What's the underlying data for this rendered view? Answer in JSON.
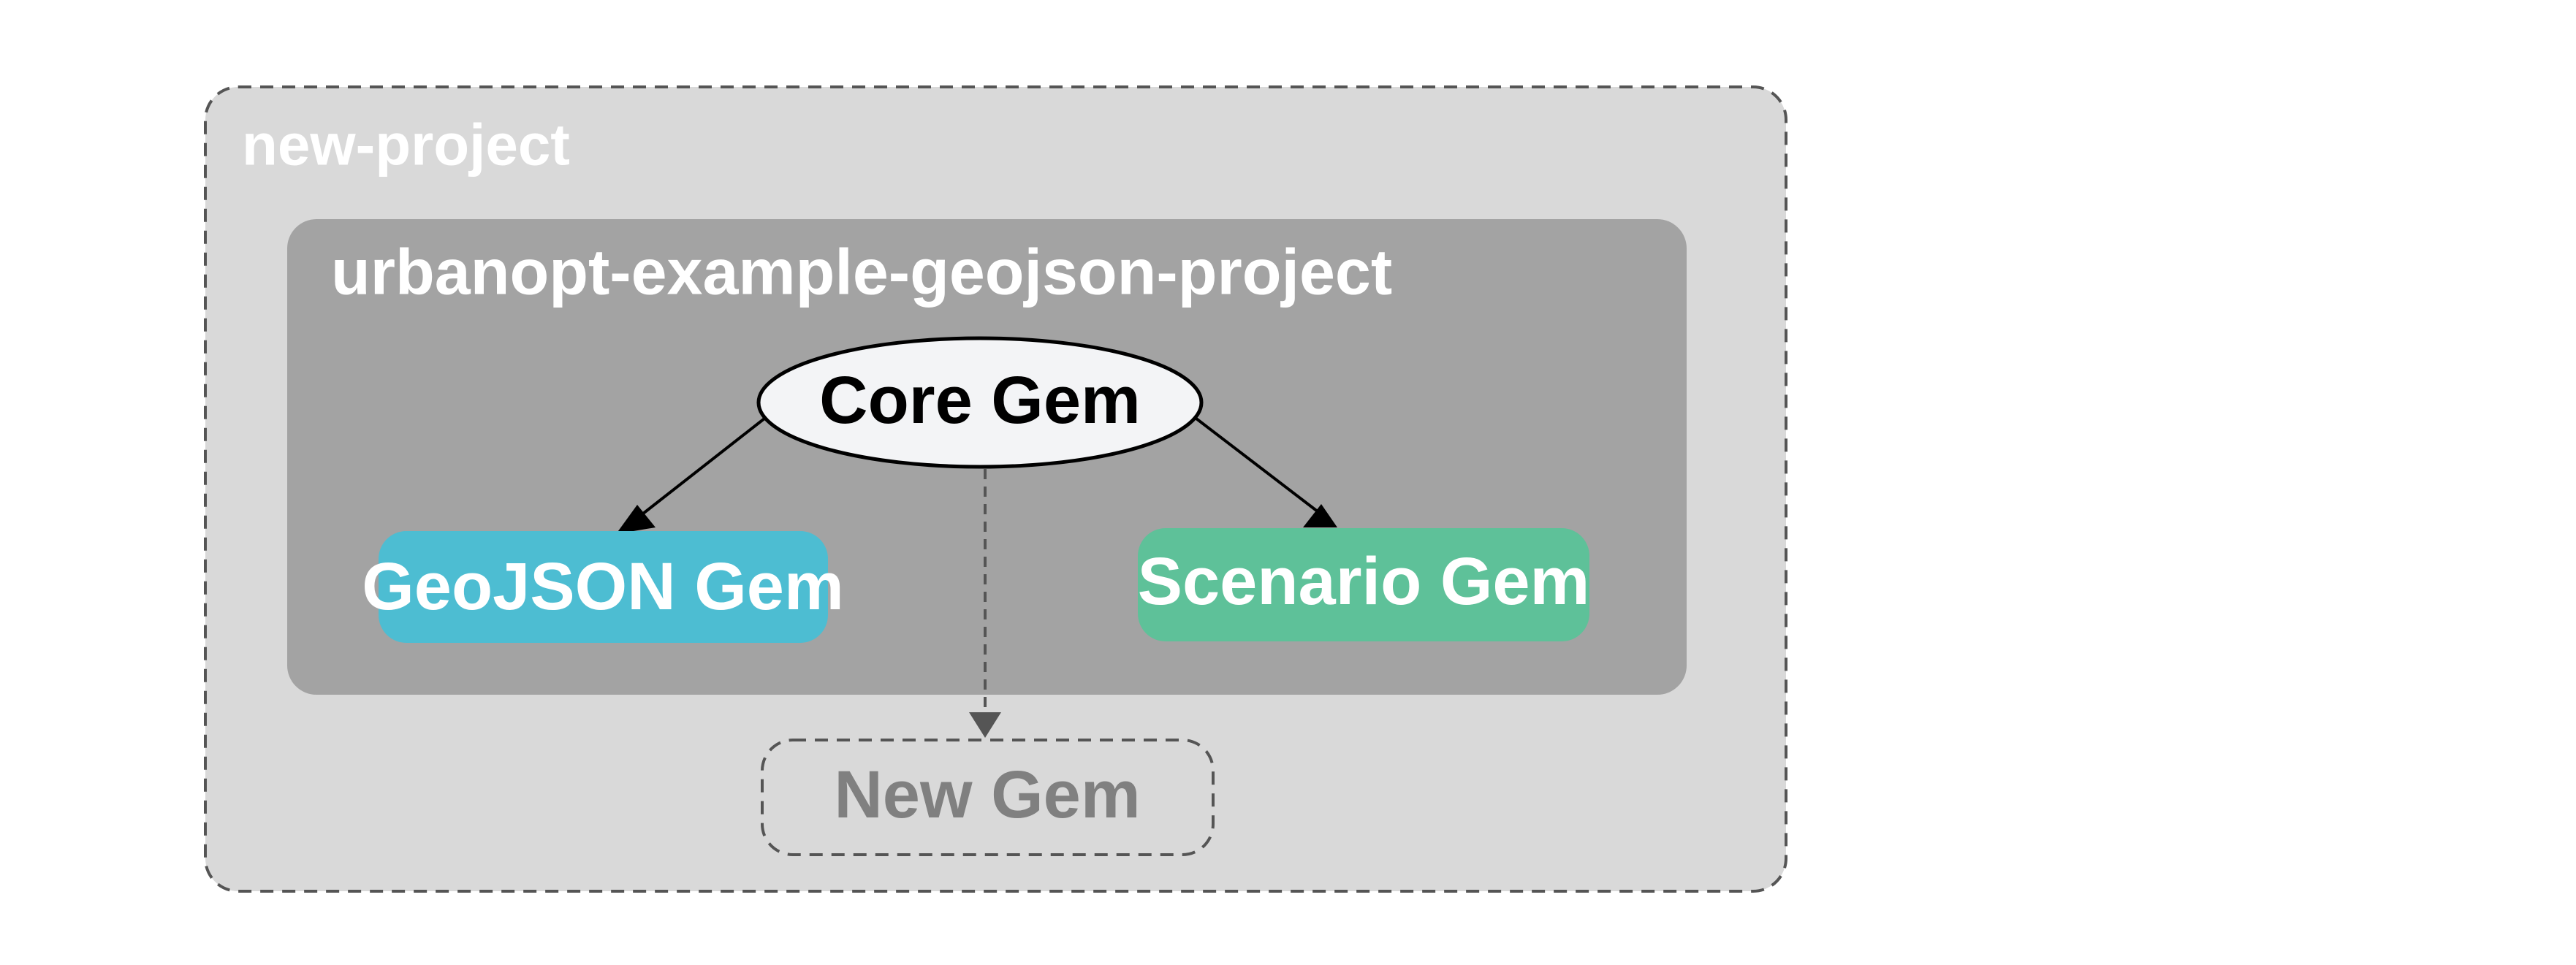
{
  "diagram": {
    "outer_group": {
      "label": "new-project",
      "fill": "#d9d9d9",
      "border": "#555555",
      "border_style": "dashed"
    },
    "inner_group": {
      "label": "urbanopt-example-geojson-project",
      "fill": "#a3a3a3"
    },
    "nodes": {
      "core": {
        "label": "Core Gem",
        "shape": "ellipse",
        "fill": "#f3f4f6",
        "text_color": "#000000"
      },
      "geojson": {
        "label": "GeoJSON Gem",
        "shape": "rounded-rectangle",
        "fill": "#4dbdd2",
        "text_color": "#ffffff"
      },
      "scenario": {
        "label": "Scenario Gem",
        "shape": "rounded-rectangle",
        "fill": "#5ec199",
        "text_color": "#ffffff"
      },
      "new": {
        "label": "New Gem",
        "shape": "rounded-rectangle-dashed",
        "fill": "#d9d9d9",
        "text_color": "#808080"
      }
    },
    "edges": [
      {
        "from": "Core Gem",
        "to": "GeoJSON Gem",
        "style": "solid"
      },
      {
        "from": "Core Gem",
        "to": "Scenario Gem",
        "style": "solid"
      },
      {
        "from": "Core Gem",
        "to": "New Gem",
        "style": "dashed"
      }
    ]
  }
}
